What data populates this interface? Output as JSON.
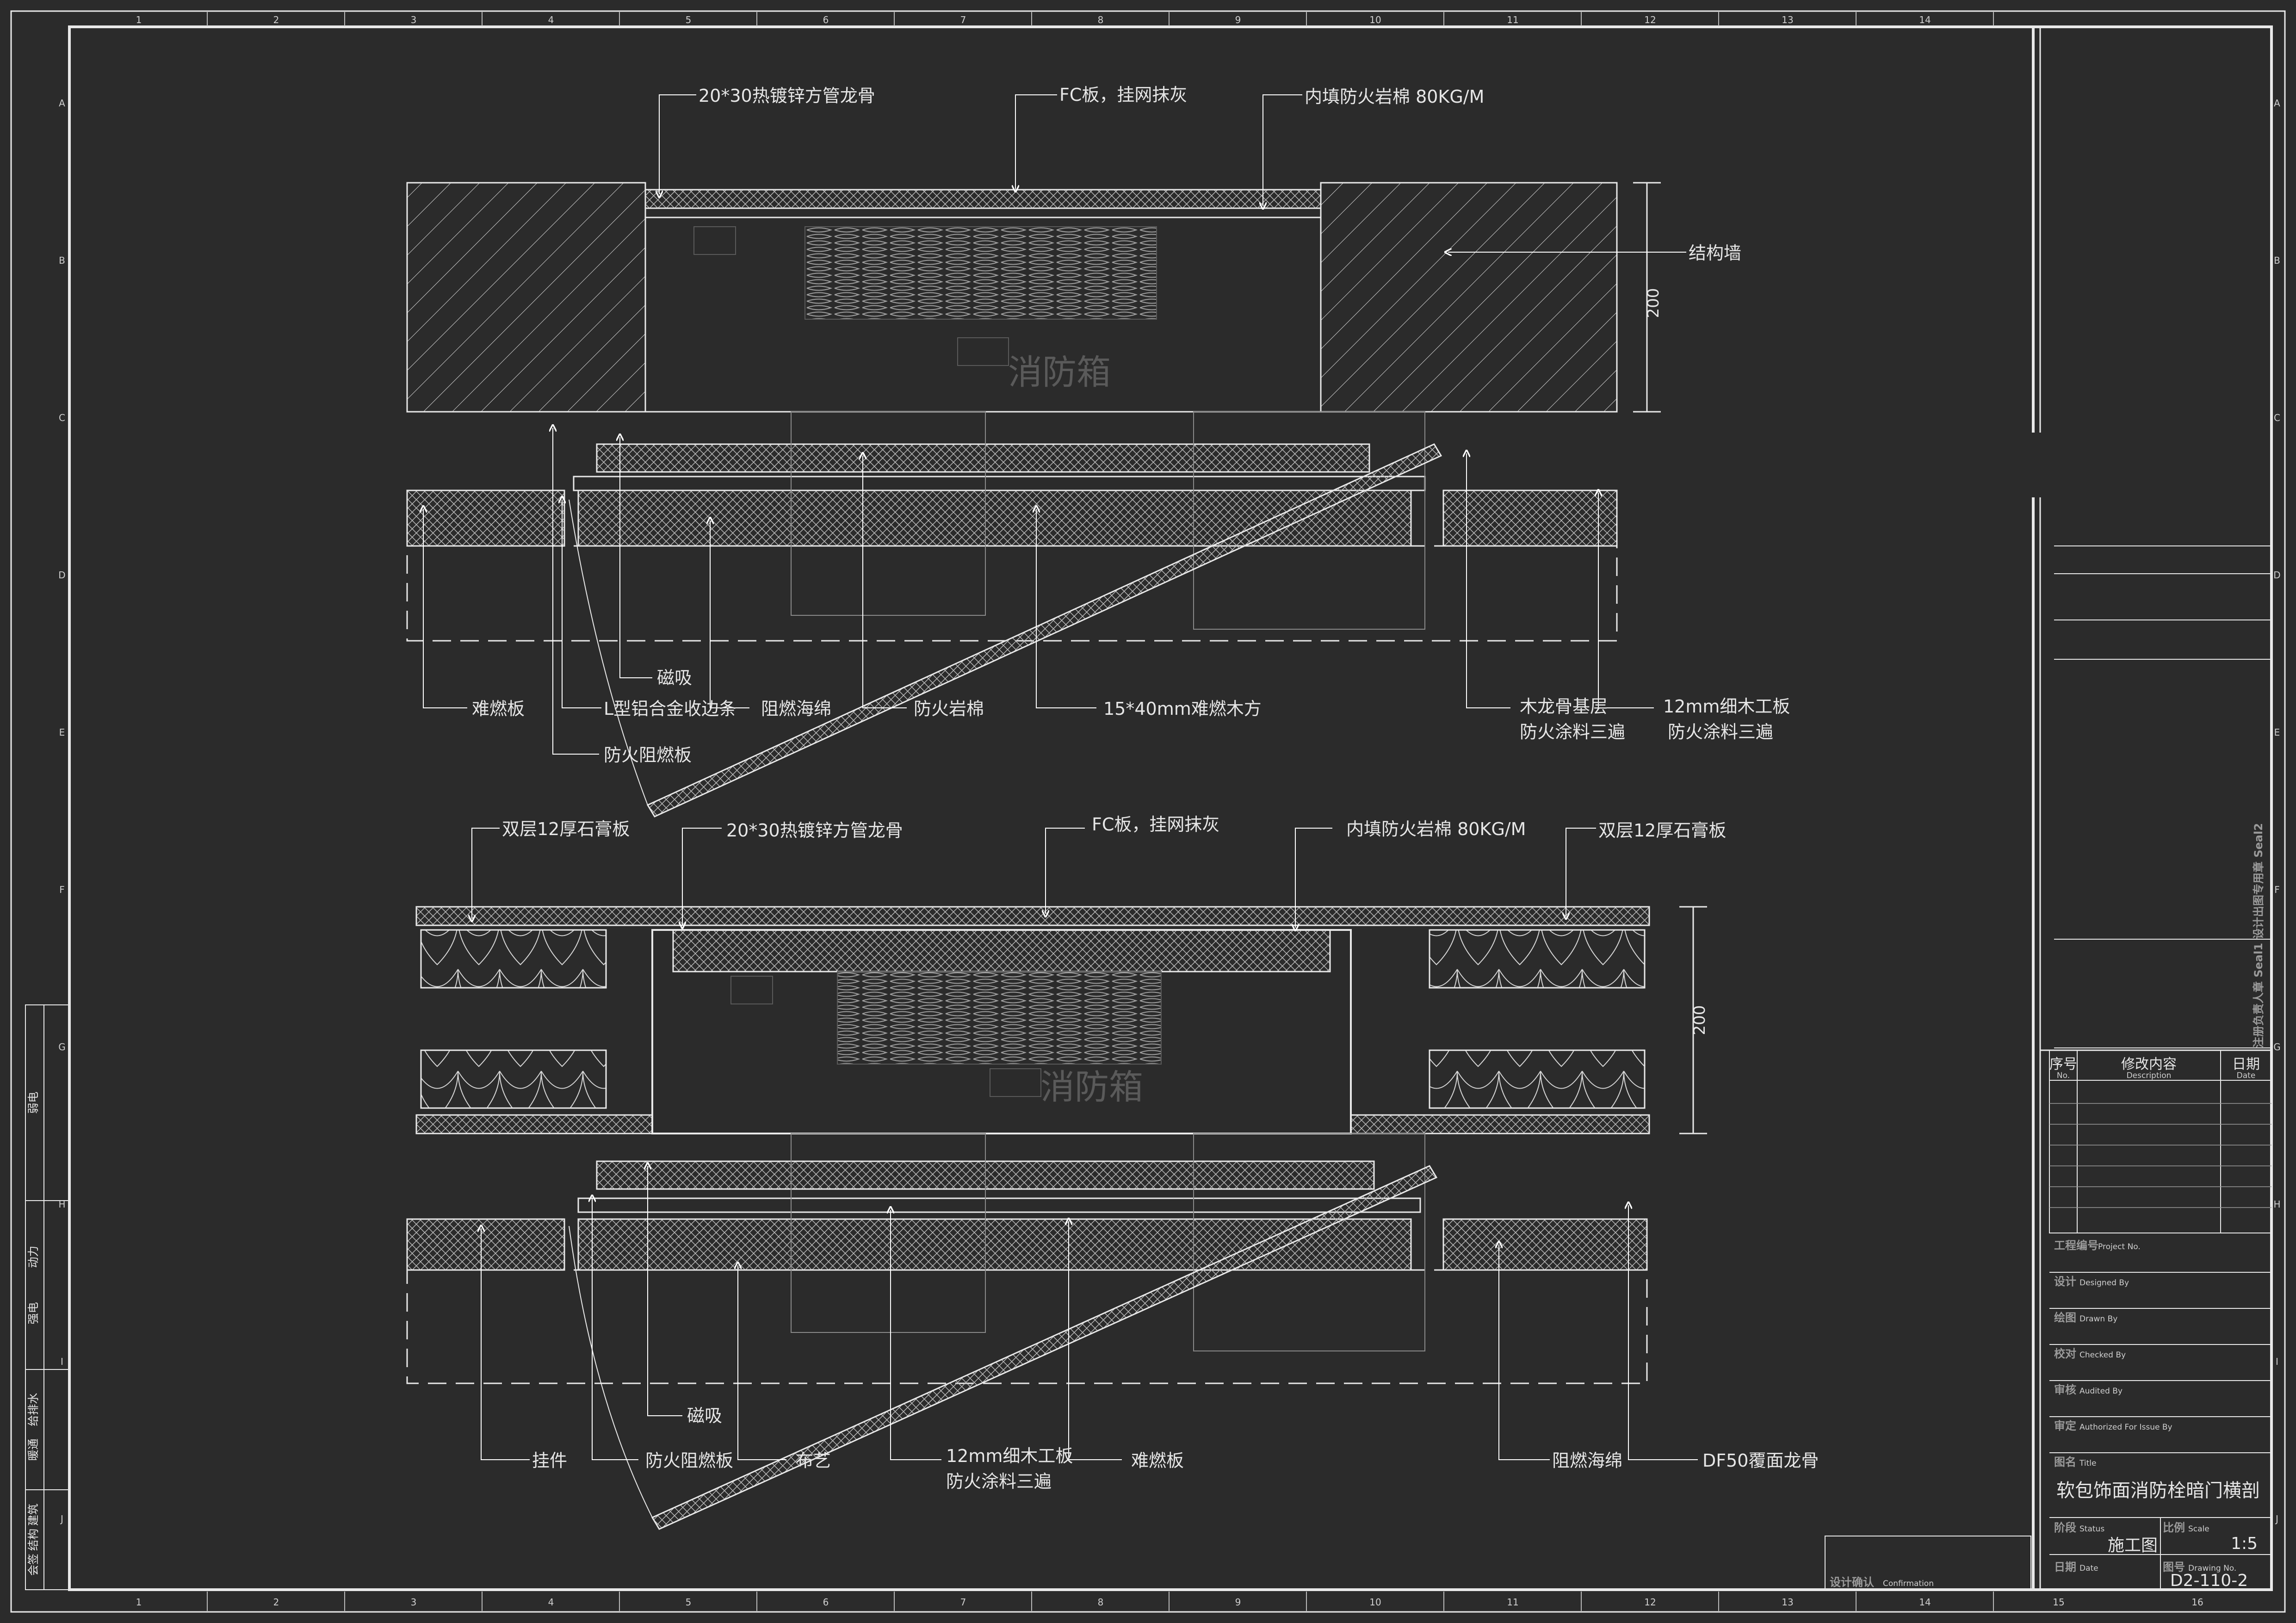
{
  "grid": {
    "cols": [
      "1",
      "2",
      "3",
      "4",
      "5",
      "6",
      "7",
      "8",
      "9",
      "10",
      "11",
      "12",
      "13",
      "14"
    ],
    "rows": [
      "A",
      "B",
      "C",
      "D",
      "E",
      "F",
      "G",
      "H",
      "I",
      "J"
    ],
    "cols_outer": [
      "15",
      "16"
    ]
  },
  "plan1": {
    "labels": {
      "top_frame": "20*30热镀锌方管龙骨",
      "fc": "FC板，挂网抹灰",
      "infill": "内填防火岩棉   80KG/M",
      "wall": "结构墙",
      "dim": "200",
      "cabinet": "消防箱",
      "nanran": "难燃板",
      "magnet": "磁吸",
      "alu": "L型铝合金收边条",
      "sponge": "阻燃海绵",
      "rockwool": "防火岩棉",
      "timber": "15*40mm难燃木方",
      "keel1": "木龙骨基层",
      "keel2": "防火涂料三遍",
      "ply1": "12mm细木工板",
      "ply2": "防火涂料三遍",
      "fireboard": "防火阻燃板"
    }
  },
  "plan2": {
    "labels": {
      "gyp_left": "双层12厚石膏板",
      "top_frame": "20*30热镀锌方管龙骨",
      "fc": "FC板，挂网抹灰",
      "infill": "内填防火岩棉   80KG/M",
      "gyp_right": "双层12厚石膏板",
      "dim": "200",
      "cabinet": "消防箱",
      "hanger": "挂件",
      "fireboard": "防火阻燃板",
      "magnet": "磁吸",
      "cloth": "布艺",
      "ply1": "12mm细木工板",
      "ply2": "防火涂料三遍",
      "nanran": "难燃板",
      "sponge": "阻燃海绵",
      "df50": "DF50覆面龙骨"
    }
  },
  "side_strip": {
    "rows": [
      [
        "弱电"
      ],
      [
        "动力",
        "强电"
      ],
      [
        "给排水",
        "暖通"
      ],
      [
        "建筑",
        "结构",
        "会签"
      ]
    ]
  },
  "title_block": {
    "seal2": "设计出图专用章 Seal2",
    "seal1": "注册负责人章 Seal1",
    "rev_no_cn": "序号",
    "rev_no_en": "No.",
    "rev_desc_cn": "修改内容",
    "rev_desc_en": "Description",
    "rev_date_cn": "日期",
    "rev_date_en": "Date",
    "project_cn": "工程编号",
    "project_en": "Project No.",
    "designed_cn": "设计",
    "designed_en": "Designed By",
    "drawn_cn": "绘图",
    "drawn_en": "Drawn By",
    "checked_cn": "校对",
    "checked_en": "Checked By",
    "audited_cn": "审核",
    "audited_en": "Audited By",
    "authorized_cn": "审定",
    "authorized_en": "Authorized For Issue By",
    "title_cn": "图名",
    "title_en": "Title",
    "title": "软包饰面消防栓暗门横剖",
    "status_cn": "阶段",
    "status_en": "Status",
    "status": "施工图",
    "scale_cn": "比例",
    "scale_en": "Scale",
    "scale": "1:5",
    "date_cn": "日期",
    "date_en": "Date",
    "drawing_cn": "图号",
    "drawing_en": "Drawing No.",
    "drawing_no": "D2-110-2",
    "confirm_cn": "设计确认",
    "confirm_en": "Confirmation"
  },
  "colors": {
    "background": "#2b2b2b",
    "line": "#e8e8e8",
    "ghost": "#5a5a5a"
  }
}
